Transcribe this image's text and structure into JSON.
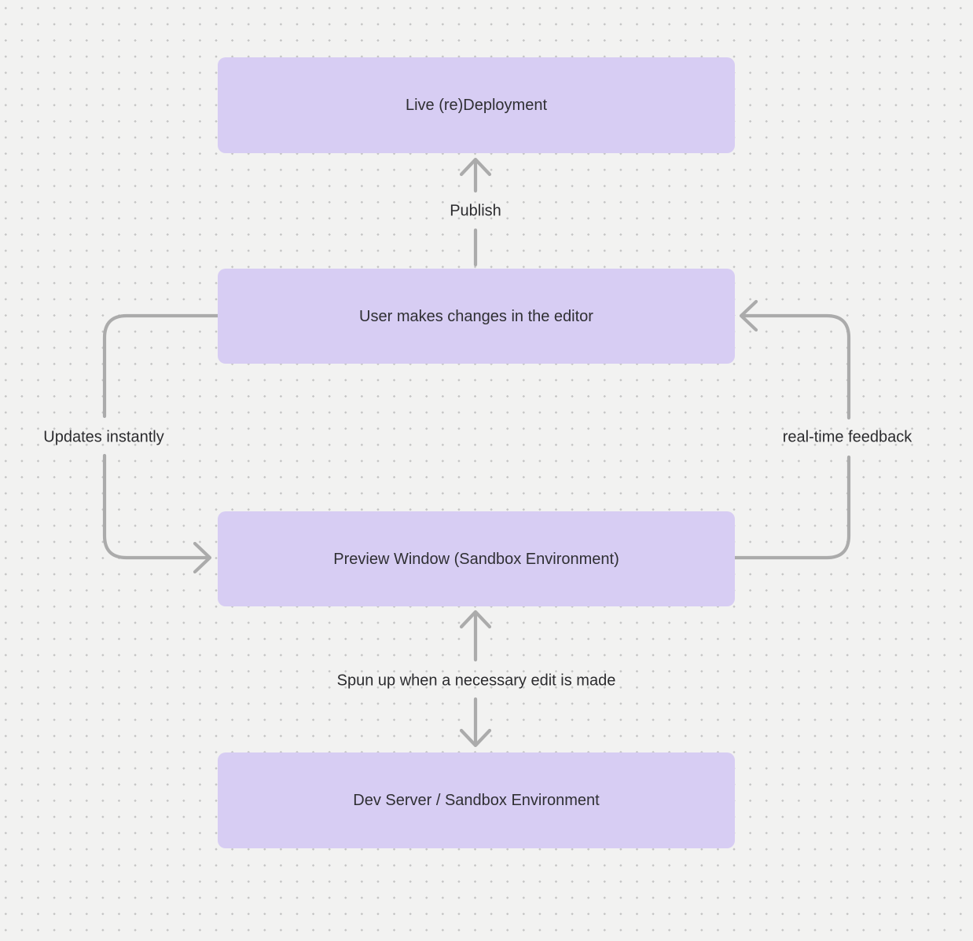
{
  "diagram": {
    "nodes": [
      {
        "id": "live-redeployment",
        "label": "Live (re)Deployment"
      },
      {
        "id": "user-editor",
        "label": "User makes changes in the editor"
      },
      {
        "id": "preview-window",
        "label": "Preview Window (Sandbox Environment)"
      },
      {
        "id": "dev-server",
        "label": "Dev Server / Sandbox Environment"
      }
    ],
    "edges": [
      {
        "id": "publish",
        "label": "Publish",
        "from": "user-editor",
        "to": "live-redeployment",
        "direction": "up"
      },
      {
        "id": "updates-instantly",
        "label": "Updates instantly",
        "from": "user-editor",
        "to": "preview-window",
        "direction": "left-loop-down"
      },
      {
        "id": "real-time-feedback",
        "label": "real-time feedback",
        "from": "preview-window",
        "to": "user-editor",
        "direction": "right-loop-up"
      },
      {
        "id": "spun-up",
        "label": "Spun up when a necessary edit is made",
        "from": "preview-window",
        "to": "dev-server",
        "direction": "bidirectional"
      }
    ],
    "colors": {
      "background": "#F2F2F1",
      "grid_dot": "#C4C4C4",
      "node_fill": "#D7CDF3",
      "node_text": "#2F2F33",
      "arrow": "#ABABAB",
      "label_text": "#2B2B2E"
    }
  }
}
